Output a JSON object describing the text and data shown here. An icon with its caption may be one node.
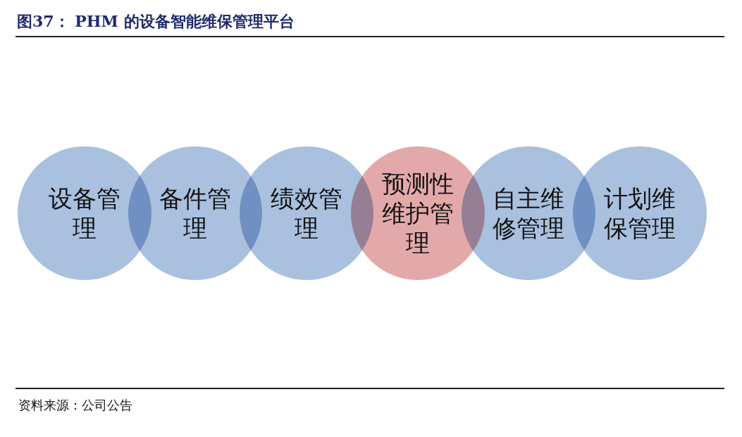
{
  "diagram": {
    "title": "图37： PHM 的设备智能维保管理平台",
    "caption": "资料来源：公司公告",
    "nodes": [
      {
        "text": [
          "设备管理"
        ]
      },
      {
        "text": [
          "备件管理"
        ]
      },
      {
        "text": [
          "绩效管理"
        ]
      },
      {
        "text": [
          "预测性维护管理"
        ]
      },
      {
        "text": [
          "自主维修管理"
        ]
      },
      {
        "text": [
          "计划维保管理"
        ]
      }
    ]
  }
}
